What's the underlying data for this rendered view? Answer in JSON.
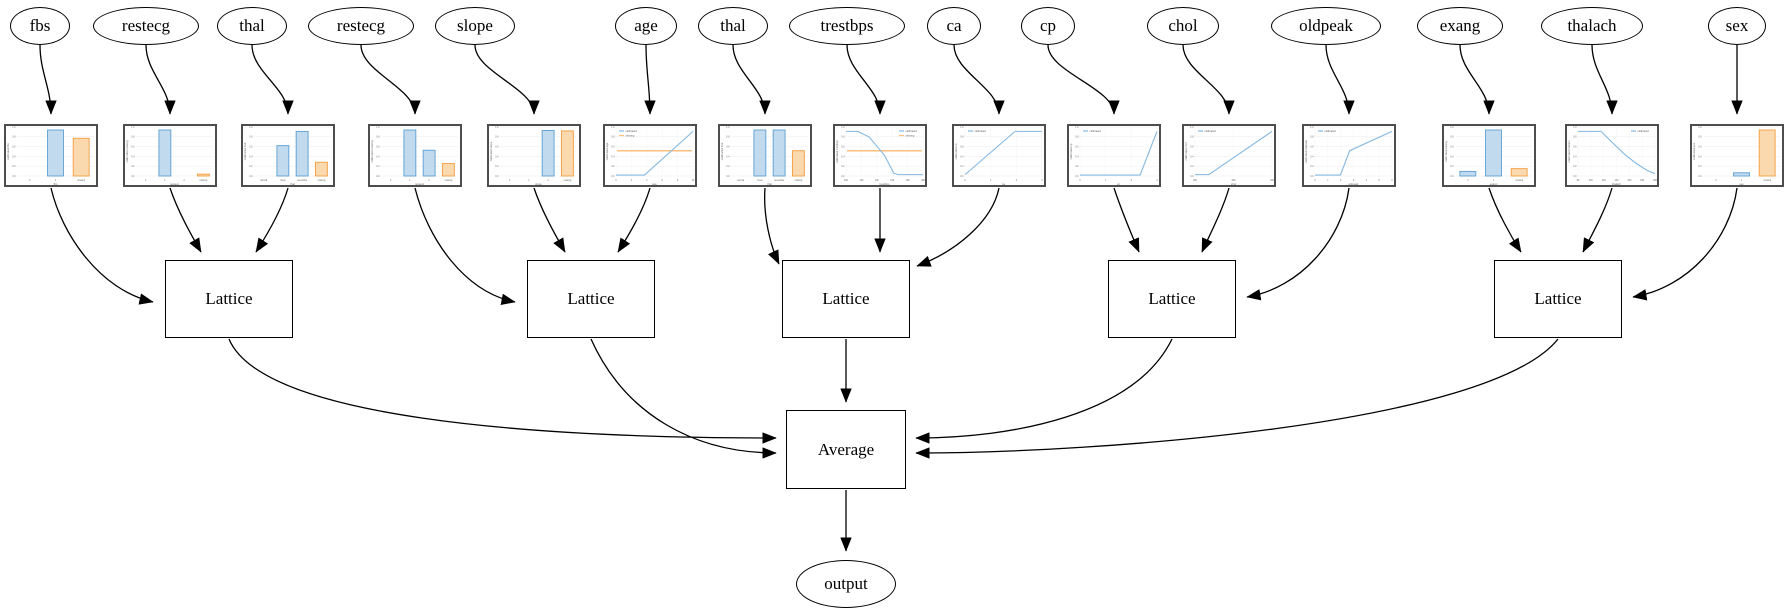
{
  "diagram": {
    "node_labels": {
      "lattice": "Lattice",
      "average": "Average",
      "output": "output"
    },
    "features": [
      "fbs",
      "restecg",
      "thal",
      "restecg",
      "slope",
      "age",
      "thal",
      "trestbps",
      "ca",
      "cp",
      "chol",
      "oldpeak",
      "exang",
      "thalach",
      "sex"
    ],
    "groups": [
      [
        0,
        1,
        2
      ],
      [
        3,
        4,
        5
      ],
      [
        6,
        7,
        8
      ],
      [
        9,
        10,
        11
      ],
      [
        12,
        13,
        14
      ]
    ],
    "edge_flow": "feature -> calibrator chart -> Lattice -> Average -> output"
  },
  "colors": {
    "bar_blue_fill": "#c1daee",
    "bar_blue_edge": "#5b9fd4",
    "bar_orange_fill": "#fbd9ae",
    "bar_orange_edge": "#f39c3f",
    "line_blue": "#85b8e2",
    "line_orange": "#fdbf7e",
    "edge_black": "#000000",
    "chart_border": "#4d4d4d",
    "tick_text": "#666666"
  },
  "chart_data": [
    {
      "feature": "fbs",
      "type": "bar",
      "title": "",
      "ylabel": "calibrated fbs",
      "xlabel": "fbs",
      "y_ticks": [
        "0.0",
        "0.2",
        "0.4",
        "0.6",
        "0.8",
        "1.0"
      ],
      "ylim": [
        0,
        1
      ],
      "categories": [
        "0",
        "1",
        "missing"
      ],
      "values": [
        0,
        1.0,
        0.82
      ],
      "bar_colors": [
        "blue",
        "blue",
        "orange"
      ]
    },
    {
      "feature": "restecg",
      "type": "bar",
      "title": "",
      "ylabel": "calibrated restecg",
      "xlabel": "restecg",
      "y_ticks": [
        "0.0",
        "0.2",
        "0.4",
        "0.6",
        "0.8",
        "1.0"
      ],
      "ylim": [
        0,
        1
      ],
      "categories": [
        "0",
        "1",
        "2",
        "missing"
      ],
      "values": [
        0,
        1.0,
        0,
        0.04
      ],
      "bar_colors": [
        "blue",
        "blue",
        "blue",
        "orange"
      ]
    },
    {
      "feature": "thal",
      "type": "bar",
      "title": "",
      "ylabel": "calibrated thal",
      "xlabel": "thal",
      "y_ticks": [
        "0.0",
        "0.2",
        "0.4",
        "0.6",
        "0.8",
        "1.0"
      ],
      "ylim": [
        0,
        1
      ],
      "categories": [
        "normal",
        "fixed",
        "reversible",
        "missing"
      ],
      "values": [
        0,
        0.66,
        0.97,
        0.3
      ],
      "bar_colors": [
        "blue",
        "blue",
        "blue",
        "orange"
      ]
    },
    {
      "feature": "restecg",
      "type": "bar",
      "title": "",
      "ylabel": "calibrated restecg",
      "xlabel": "restecg",
      "y_ticks": [
        "0.0",
        "0.2",
        "0.4",
        "0.6",
        "0.8",
        "1.0"
      ],
      "ylim": [
        0,
        1
      ],
      "categories": [
        "0",
        "1",
        "2",
        "missing"
      ],
      "values": [
        0,
        1.0,
        0.56,
        0.27
      ],
      "bar_colors": [
        "blue",
        "blue",
        "blue",
        "orange"
      ]
    },
    {
      "feature": "slope",
      "type": "bar",
      "title": "",
      "ylabel": "calibrated slope",
      "xlabel": "slope",
      "y_ticks": [
        "0.0",
        "0.2",
        "0.4",
        "0.6",
        "0.8",
        "1.0"
      ],
      "ylim": [
        0,
        1
      ],
      "categories": [
        "0",
        "1",
        "2",
        "missing"
      ],
      "values": [
        0,
        0,
        0.99,
        0.98
      ],
      "bar_colors": [
        "blue",
        "blue",
        "blue",
        "orange"
      ]
    },
    {
      "feature": "age",
      "type": "line",
      "title": "",
      "ylabel": "calibrated age",
      "xlabel": "age",
      "y_ticks": [
        "0.0",
        "0.2",
        "0.4",
        "0.6",
        "0.8",
        "1.0"
      ],
      "ylim": [
        0,
        1
      ],
      "x_ticks": [
        "0",
        "2",
        "4",
        "6",
        "8",
        "10"
      ],
      "points": [
        [
          0,
          0.02
        ],
        [
          0.37,
          0.02
        ],
        [
          1,
          0.97
        ]
      ],
      "missing_level": 0.55,
      "legend": [
        "calibrated",
        "missing"
      ],
      "legend_pos": "top-left"
    },
    {
      "feature": "thal",
      "type": "bar",
      "title": "",
      "ylabel": "calibrated thal",
      "xlabel": "thal",
      "y_ticks": [
        "0.0",
        "0.2",
        "0.4",
        "0.6",
        "0.8",
        "1.0"
      ],
      "ylim": [
        0,
        1
      ],
      "categories": [
        "normal",
        "fixed",
        "reversible",
        "missing"
      ],
      "values": [
        0,
        1.0,
        1.0,
        0.55
      ],
      "bar_colors": [
        "blue",
        "blue",
        "blue",
        "orange"
      ]
    },
    {
      "feature": "trestbps",
      "type": "line",
      "title": "",
      "ylabel": "calibrated trestbps",
      "xlabel": "trestbps",
      "y_ticks": [
        "0.0",
        "0.2",
        "0.4",
        "0.6",
        "0.8",
        "1.0"
      ],
      "ylim": [
        0,
        1
      ],
      "x_ticks": [
        "100",
        "120",
        "140",
        "160",
        "180",
        "200"
      ],
      "points": [
        [
          0,
          0.97
        ],
        [
          0.15,
          0.97
        ],
        [
          0.3,
          0.85
        ],
        [
          0.5,
          0.45
        ],
        [
          0.62,
          0.06
        ],
        [
          0.68,
          0.03
        ],
        [
          1,
          0.03
        ]
      ],
      "missing_level": 0.55,
      "legend": [
        "calibrated",
        "missing"
      ],
      "legend_pos": "top-right"
    },
    {
      "feature": "ca",
      "type": "line",
      "title": "",
      "ylabel": "calibrated ca",
      "xlabel": "ca",
      "y_ticks": [
        "0.0",
        "0.2",
        "0.4",
        "0.6",
        "0.8",
        "1.0"
      ],
      "ylim": [
        0,
        1
      ],
      "x_ticks": [
        "0",
        "1",
        "2",
        "3"
      ],
      "points": [
        [
          0,
          0.03
        ],
        [
          0.65,
          0.97
        ],
        [
          1,
          0.97
        ]
      ],
      "legend": [
        "calibrated"
      ],
      "legend_pos": "top-left"
    },
    {
      "feature": "cp",
      "type": "line",
      "title": "",
      "ylabel": "calibrated cp",
      "xlabel": "cp",
      "y_ticks": [
        "0.0",
        "0.2",
        "0.4",
        "0.6",
        "0.8",
        "1.0"
      ],
      "ylim": [
        0,
        1
      ],
      "x_ticks": [
        "0",
        "1",
        "2",
        "3"
      ],
      "points": [
        [
          0,
          0.02
        ],
        [
          0.78,
          0.02
        ],
        [
          1,
          0.97
        ]
      ],
      "legend": [
        "calibrated"
      ],
      "legend_pos": "top-left"
    },
    {
      "feature": "chol",
      "type": "line",
      "title": "",
      "ylabel": "calibrated chol",
      "xlabel": "chol",
      "y_ticks": [
        "0.0",
        "0.2",
        "0.4",
        "0.6",
        "0.8",
        "1.0"
      ],
      "ylim": [
        0,
        1
      ],
      "x_ticks": [
        "200",
        "300",
        "400"
      ],
      "points": [
        [
          0,
          0.03
        ],
        [
          0.18,
          0.03
        ],
        [
          1,
          0.97
        ]
      ],
      "legend": [
        "calibrated"
      ],
      "legend_pos": "top-left"
    },
    {
      "feature": "oldpeak",
      "type": "line",
      "title": "",
      "ylabel": "calibrated oldpeak",
      "xlabel": "oldpeak",
      "y_ticks": [
        "0.0",
        "0.2",
        "0.4",
        "0.6",
        "0.8",
        "1.0"
      ],
      "ylim": [
        0,
        1
      ],
      "x_ticks": [
        "0",
        "1",
        "2",
        "3",
        "4",
        "5",
        "6"
      ],
      "points": [
        [
          0,
          0.02
        ],
        [
          0.33,
          0.02
        ],
        [
          0.45,
          0.55
        ],
        [
          1,
          0.97
        ]
      ],
      "legend": [
        "calibrated"
      ],
      "legend_pos": "top-left"
    },
    {
      "feature": "exang",
      "type": "bar",
      "title": "",
      "ylabel": "calibrated exang",
      "xlabel": "exang",
      "y_ticks": [
        "0.0",
        "0.2",
        "0.4",
        "0.6",
        "0.8",
        "1.0"
      ],
      "ylim": [
        0,
        1
      ],
      "categories": [
        "0",
        "1",
        "missing"
      ],
      "values": [
        0.1,
        1.0,
        0.16
      ],
      "bar_colors": [
        "blue",
        "blue",
        "orange"
      ]
    },
    {
      "feature": "thalach",
      "type": "line",
      "title": "",
      "ylabel": "calibrated thalach",
      "xlabel": "thalach",
      "y_ticks": [
        "0.0",
        "0.2",
        "0.4",
        "0.6",
        "0.8",
        "1.0"
      ],
      "ylim": [
        0,
        1
      ],
      "x_ticks": [
        "80",
        "100",
        "120",
        "140",
        "160",
        "180",
        "200"
      ],
      "points": [
        [
          0,
          0.97
        ],
        [
          0.3,
          0.97
        ],
        [
          0.45,
          0.72
        ],
        [
          0.6,
          0.48
        ],
        [
          0.75,
          0.28
        ],
        [
          0.9,
          0.12
        ],
        [
          1,
          0.05
        ]
      ],
      "legend": [
        "calibrated"
      ],
      "legend_pos": "top-right"
    },
    {
      "feature": "sex",
      "type": "bar",
      "title": "",
      "ylabel": "calibrated sex",
      "xlabel": "sex",
      "y_ticks": [
        "0.0",
        "0.2",
        "0.4",
        "0.6",
        "0.8",
        "1.0"
      ],
      "ylim": [
        0,
        1
      ],
      "categories": [
        "0",
        "1",
        "missing"
      ],
      "values": [
        0,
        0.07,
        1.0
      ],
      "bar_colors": [
        "blue",
        "blue",
        "orange"
      ]
    }
  ]
}
